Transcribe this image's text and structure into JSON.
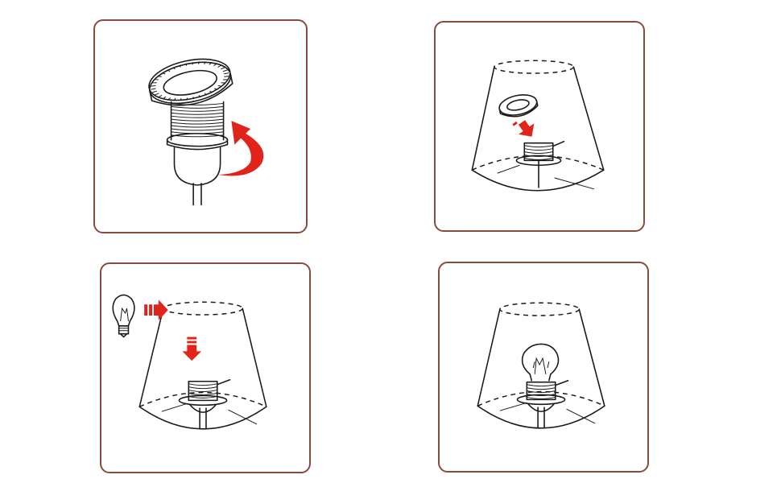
{
  "diagram": {
    "panel_count": 4,
    "steps": [
      {
        "step": 1,
        "depicts": "unscrew-shade-ring-from-socket"
      },
      {
        "step": 2,
        "depicts": "place-shade-ring-over-socket"
      },
      {
        "step": 3,
        "depicts": "insert-bulb-into-shade"
      },
      {
        "step": 4,
        "depicts": "bulb-installed-in-shade"
      }
    ],
    "colors": {
      "border": "#8a4b3c",
      "arrow": "#e0241b",
      "line": "#1a1a1a",
      "background": "#ffffff"
    },
    "icons": [
      "shade-ring-icon",
      "lamp-socket-icon",
      "rotate-arrow-icon",
      "down-arrow-icon",
      "right-arrow-icon",
      "light-bulb-icon",
      "lamp-shade-icon"
    ]
  }
}
